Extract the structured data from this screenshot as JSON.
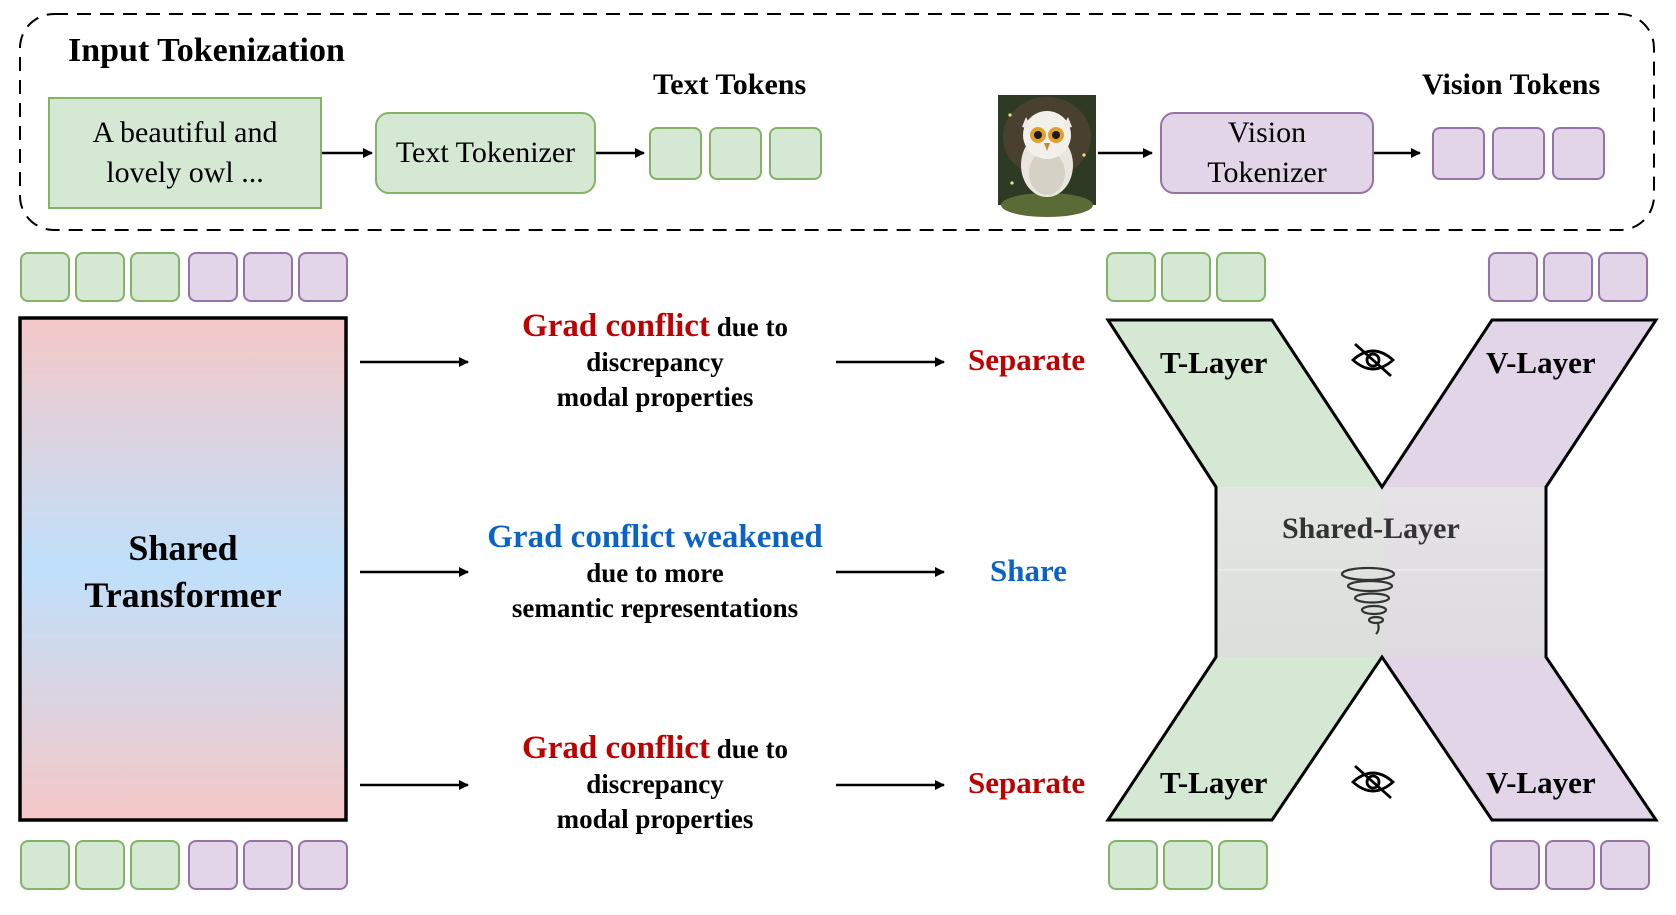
{
  "input_panel": {
    "title": "Input Tokenization",
    "text_input": "A beautiful and lovely owl ...",
    "text_tokenizer": "Text Tokenizer",
    "text_tokens_label": "Text Tokens",
    "vision_tokenizer": "Vision Tokenizer",
    "vision_tokens_label": "Vision Tokens"
  },
  "shared_transformer": {
    "label": "Shared Transformer"
  },
  "rows": [
    {
      "highlight": "Grad conflict",
      "line1_rest": " due to",
      "line2": "discrepancy",
      "line3": "modal properties",
      "decision": "Separate"
    },
    {
      "highlight": "Grad conflict weakened",
      "line1_rest": "",
      "line2": "due to more",
      "line3": "semantic representations",
      "decision": "Share"
    },
    {
      "highlight": "Grad conflict",
      "line1_rest": " due to",
      "line2": "discrepancy",
      "line3": "modal properties",
      "decision": "Separate"
    }
  ],
  "x_structure": {
    "t_layer_top": "T-Layer",
    "v_layer_top": "V-Layer",
    "shared_layer": "Shared-Layer",
    "t_layer_bottom": "T-Layer",
    "v_layer_bottom": "V-Layer"
  },
  "colors": {
    "text_fill": "#d5e8d4",
    "text_stroke": "#82b366",
    "vision_fill": "#e1d5e7",
    "vision_stroke": "#9673a6",
    "conflict_red": "#c00000",
    "share_blue": "#0b63c5"
  },
  "icons": [
    "owl-image",
    "eye-slash-icon",
    "tornado-icon"
  ]
}
